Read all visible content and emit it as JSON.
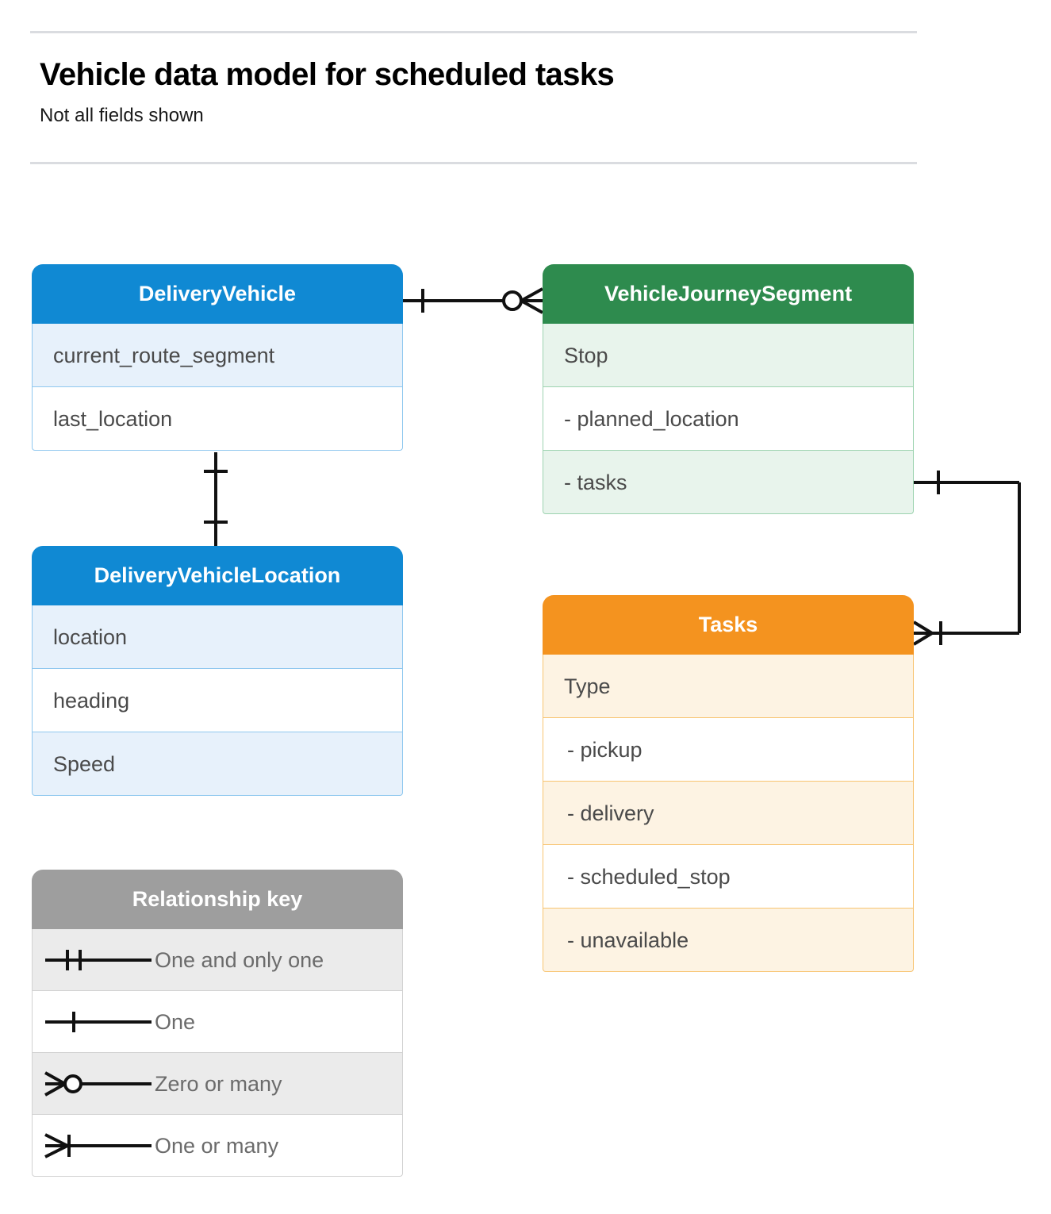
{
  "header": {
    "title": "Vehicle data model for scheduled tasks",
    "subtitle": "Not all fields shown"
  },
  "colors": {
    "blue": "#1089d3",
    "blue_tint": "#e7f1fb",
    "green": "#2e8b4e",
    "green_tint": "#e8f4ec",
    "orange": "#f4931f",
    "orange_tint": "#fdf3e3",
    "gray": "#9e9e9e",
    "gray_tint": "#ebebeb",
    "text": "#4a4a4a",
    "rule": "#dadce0"
  },
  "entities": {
    "delivery_vehicle": {
      "title": "DeliveryVehicle",
      "rows": [
        {
          "label": "current_route_segment"
        },
        {
          "label": "last_location"
        }
      ]
    },
    "delivery_vehicle_location": {
      "title": "DeliveryVehicleLocation",
      "rows": [
        {
          "label": "location"
        },
        {
          "label": "heading"
        },
        {
          "label": "Speed"
        }
      ]
    },
    "vehicle_journey_segment": {
      "title": "VehicleJourneySegment",
      "rows": [
        {
          "label": "Stop"
        },
        {
          "label": "-  planned_location"
        },
        {
          "label": "- tasks"
        }
      ]
    },
    "tasks": {
      "title": "Tasks",
      "rows": [
        {
          "label": "Type"
        },
        {
          "label": "-  pickup"
        },
        {
          "label": "-  delivery"
        },
        {
          "label": "-  scheduled_stop"
        },
        {
          "label": "-  unavailable"
        }
      ]
    }
  },
  "legend": {
    "title": "Relationship key",
    "rows": [
      {
        "symbol": "one-and-only-one",
        "label": "One and only one"
      },
      {
        "symbol": "one",
        "label": "One"
      },
      {
        "symbol": "zero-or-many",
        "label": "Zero or many"
      },
      {
        "symbol": "one-or-many",
        "label": "One or many"
      }
    ]
  },
  "relationships": [
    {
      "from": "DeliveryVehicle",
      "to": "VehicleJourneySegment",
      "from_cardinality": "One",
      "to_cardinality": "Zero or many"
    },
    {
      "from": "DeliveryVehicle",
      "to": "DeliveryVehicleLocation",
      "from_cardinality": "One",
      "to_cardinality": "One"
    },
    {
      "from": "VehicleJourneySegment.tasks",
      "to": "Tasks",
      "from_cardinality": "One",
      "to_cardinality": "One or many"
    }
  ]
}
